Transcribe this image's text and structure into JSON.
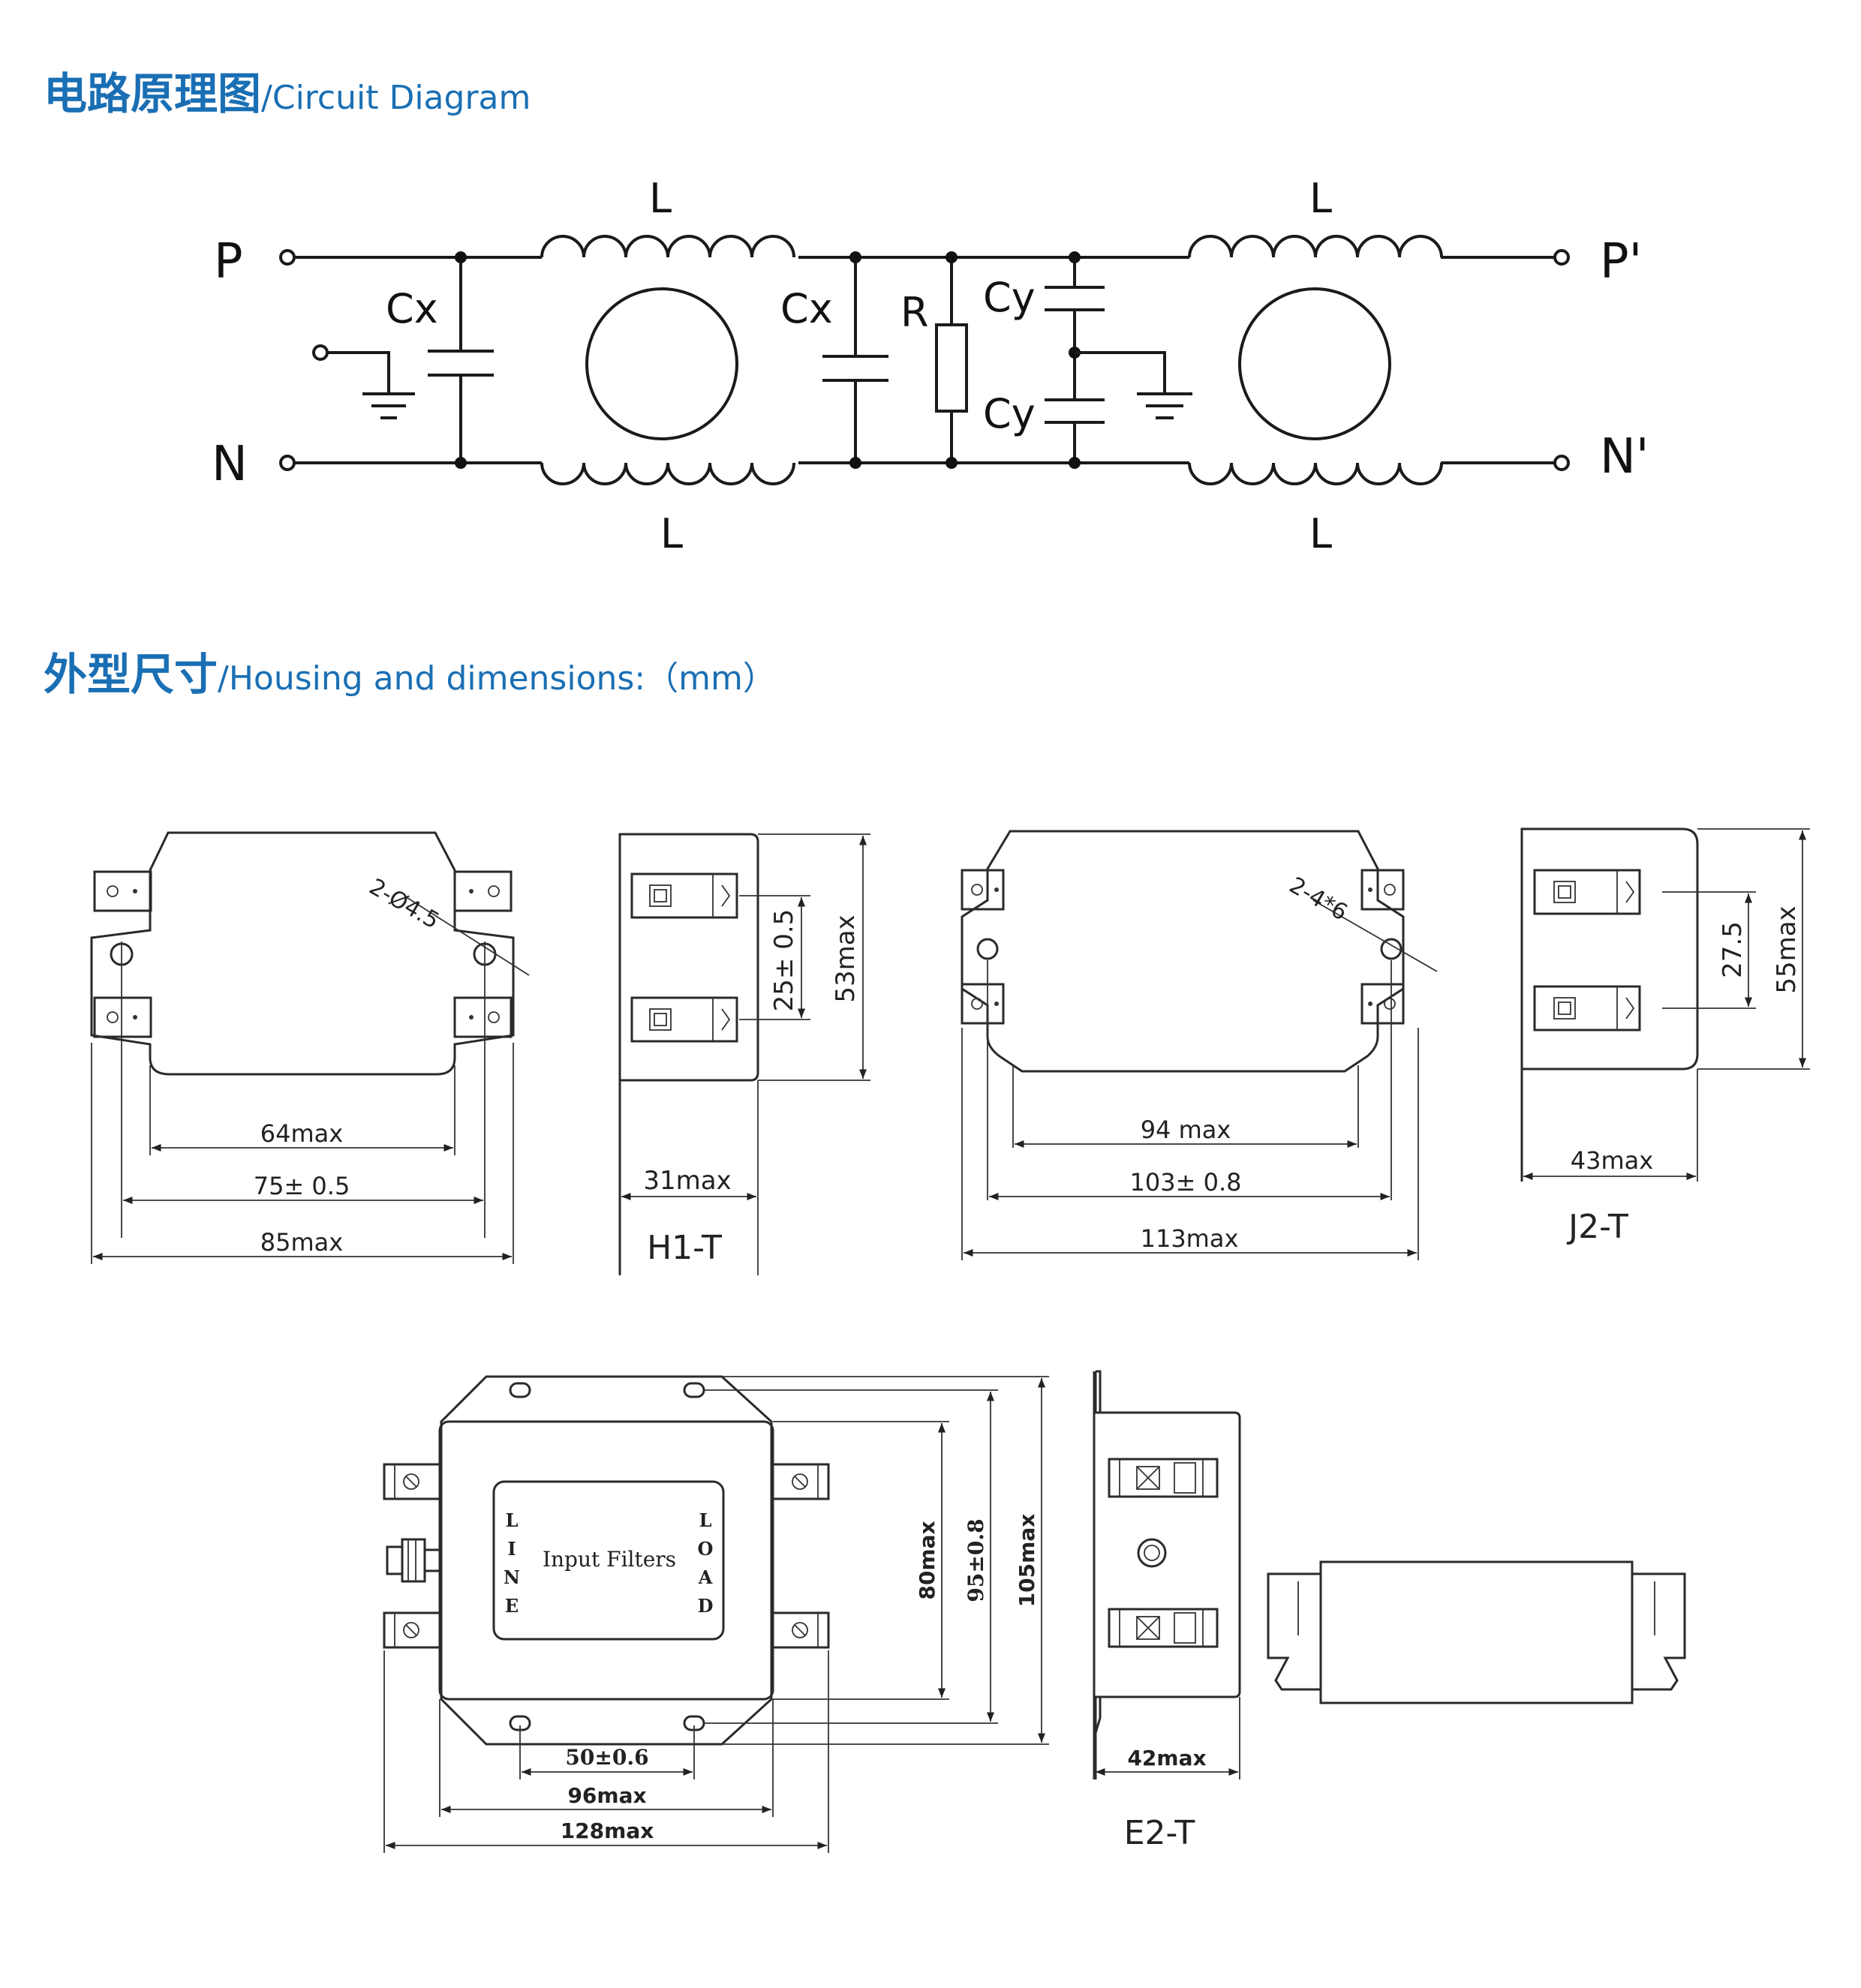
{
  "titles": {
    "circuit_cn": "电路原理图",
    "circuit_en": "/Circuit Diagram",
    "housing_cn": "外型尺寸",
    "housing_en": "/Housing and dimensions:（mm）"
  },
  "circuit": {
    "terminals": {
      "p": "P",
      "n": "N",
      "p_out": "P'",
      "n_out": "N'"
    },
    "components": {
      "l": "L",
      "cx": "Cx",
      "r": "R",
      "cy": "Cy"
    }
  },
  "h1t": {
    "model": "H1-T",
    "hole": "2-Ø4.5",
    "d_inner": "64max",
    "d_pitch": "75± 0.5",
    "d_outer": "85max",
    "d_depth": "31max",
    "d_term": "25± 0.5",
    "d_height": "53max"
  },
  "j2t": {
    "model": "J2-T",
    "hole": "2-4*6",
    "d_inner": "94 max",
    "d_pitch": "103± 0.8",
    "d_outer": "113max",
    "d_depth": "43max",
    "d_term": "27.5",
    "d_height": "55max"
  },
  "e2t": {
    "model": "E2-T",
    "label_line": [
      "L",
      "I",
      "N",
      "E"
    ],
    "label_load": [
      "L",
      "O",
      "A",
      "D"
    ],
    "label_center": "Input Filters",
    "d_hole": "50±0.6",
    "d_body": "96max",
    "d_total": "128max",
    "d_h1": "80max",
    "d_h2": "95±0.8",
    "d_h3": "105max",
    "d_depth": "42max"
  }
}
